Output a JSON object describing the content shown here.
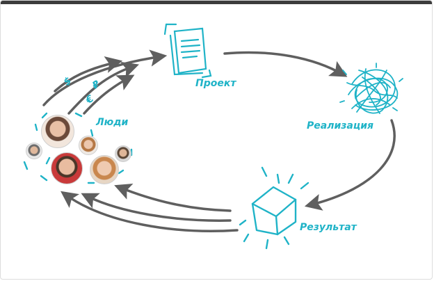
{
  "labels": {
    "project": "Проект",
    "realization": "Реализация",
    "result": "Результат",
    "people": "Люди"
  },
  "currency_symbols": {
    "dollar": "$",
    "ruble": "₽",
    "euro": "€"
  },
  "colors": {
    "accent": "#1fb3c7",
    "arrow": "#5f5f5f",
    "topbar": "#3c3c3c"
  },
  "icons": [
    "document-icon",
    "tangle-icon",
    "box-icon",
    "people-group-icon"
  ]
}
